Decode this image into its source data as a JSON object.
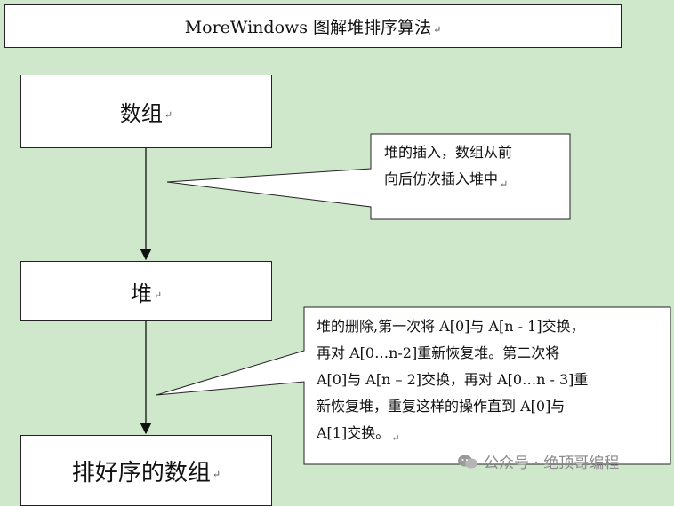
{
  "title": "MoreWindows 图解堆排序算法",
  "return_mark": "↵",
  "nodes": {
    "array": "数组",
    "heap": "堆",
    "sorted": "排好序的数组"
  },
  "callouts": {
    "insert": [
      "堆的插入，数组从前",
      "向后仿次插入堆中"
    ],
    "delete": [
      "堆的删除,第一次将 A[0]与 A[n - 1]交换，",
      "再对  A[0…n-2]重新恢复堆。第二次将",
      "A[0]与 A[n – 2]交换，再对 A[0…n - 3]重",
      "新恢复堆，重复这样的操作直到  A[0]与",
      "A[1]交换。"
    ]
  },
  "watermark": "公众号 · 绝顶哥编程"
}
